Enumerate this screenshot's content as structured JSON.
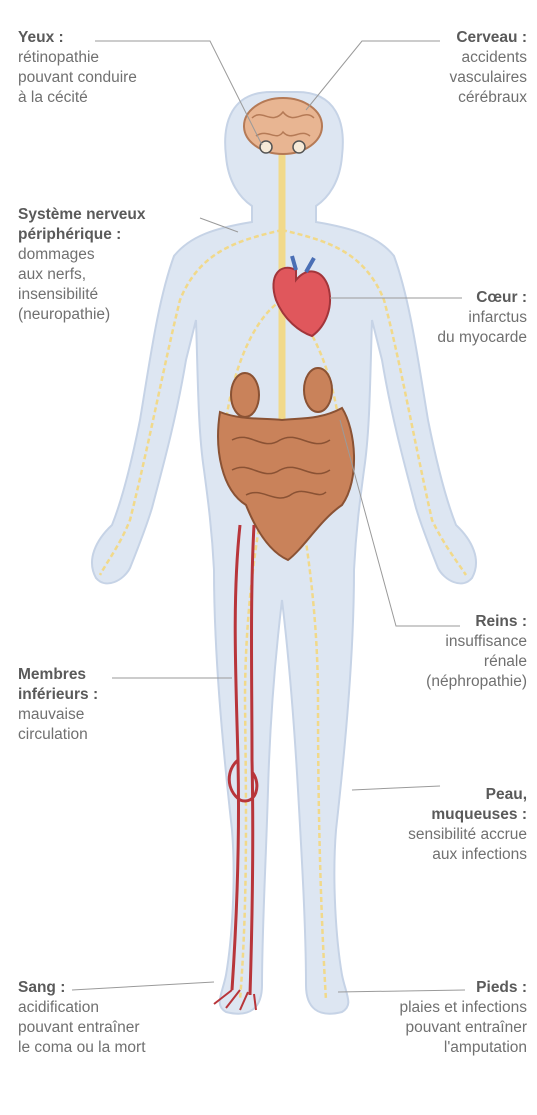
{
  "colors": {
    "body_fill": "#dde6f2",
    "body_stroke": "#c6d3e6",
    "nerve": "#f1d98a",
    "blood": "#b8353a",
    "organ": "#c9825a",
    "heart": "#e0575c",
    "leader": "#9a9a9a"
  },
  "labels": {
    "yeux": {
      "title": "Yeux :",
      "desc": "rétinopathie\npouvant conduire\nà la cécité"
    },
    "cerveau": {
      "title": "Cerveau :",
      "desc": "accidents\nvasculaires\ncérébraux"
    },
    "snp": {
      "title": "Système nerveux\npériphérique :",
      "desc": "dommages\naux nerfs,\ninsensibilité\n(neuropathie)"
    },
    "coeur": {
      "title": "Cœur :",
      "desc": "infarctus\ndu myocarde"
    },
    "reins": {
      "title": "Reins :",
      "desc": "insuffisance\nrénale\n(néphropathie)"
    },
    "membres": {
      "title": "Membres\ninférieurs :",
      "desc": "mauvaise\ncirculation"
    },
    "peau": {
      "title": "Peau,\nmuqueuses :",
      "desc": "sensibilité accrue\naux infections"
    },
    "sang": {
      "title": "Sang :",
      "desc": "acidification\npouvant entraîner\nle coma ou la mort"
    },
    "pieds": {
      "title": "Pieds :",
      "desc": "plaies et infections\npouvant entraîner\nl'amputation"
    }
  }
}
